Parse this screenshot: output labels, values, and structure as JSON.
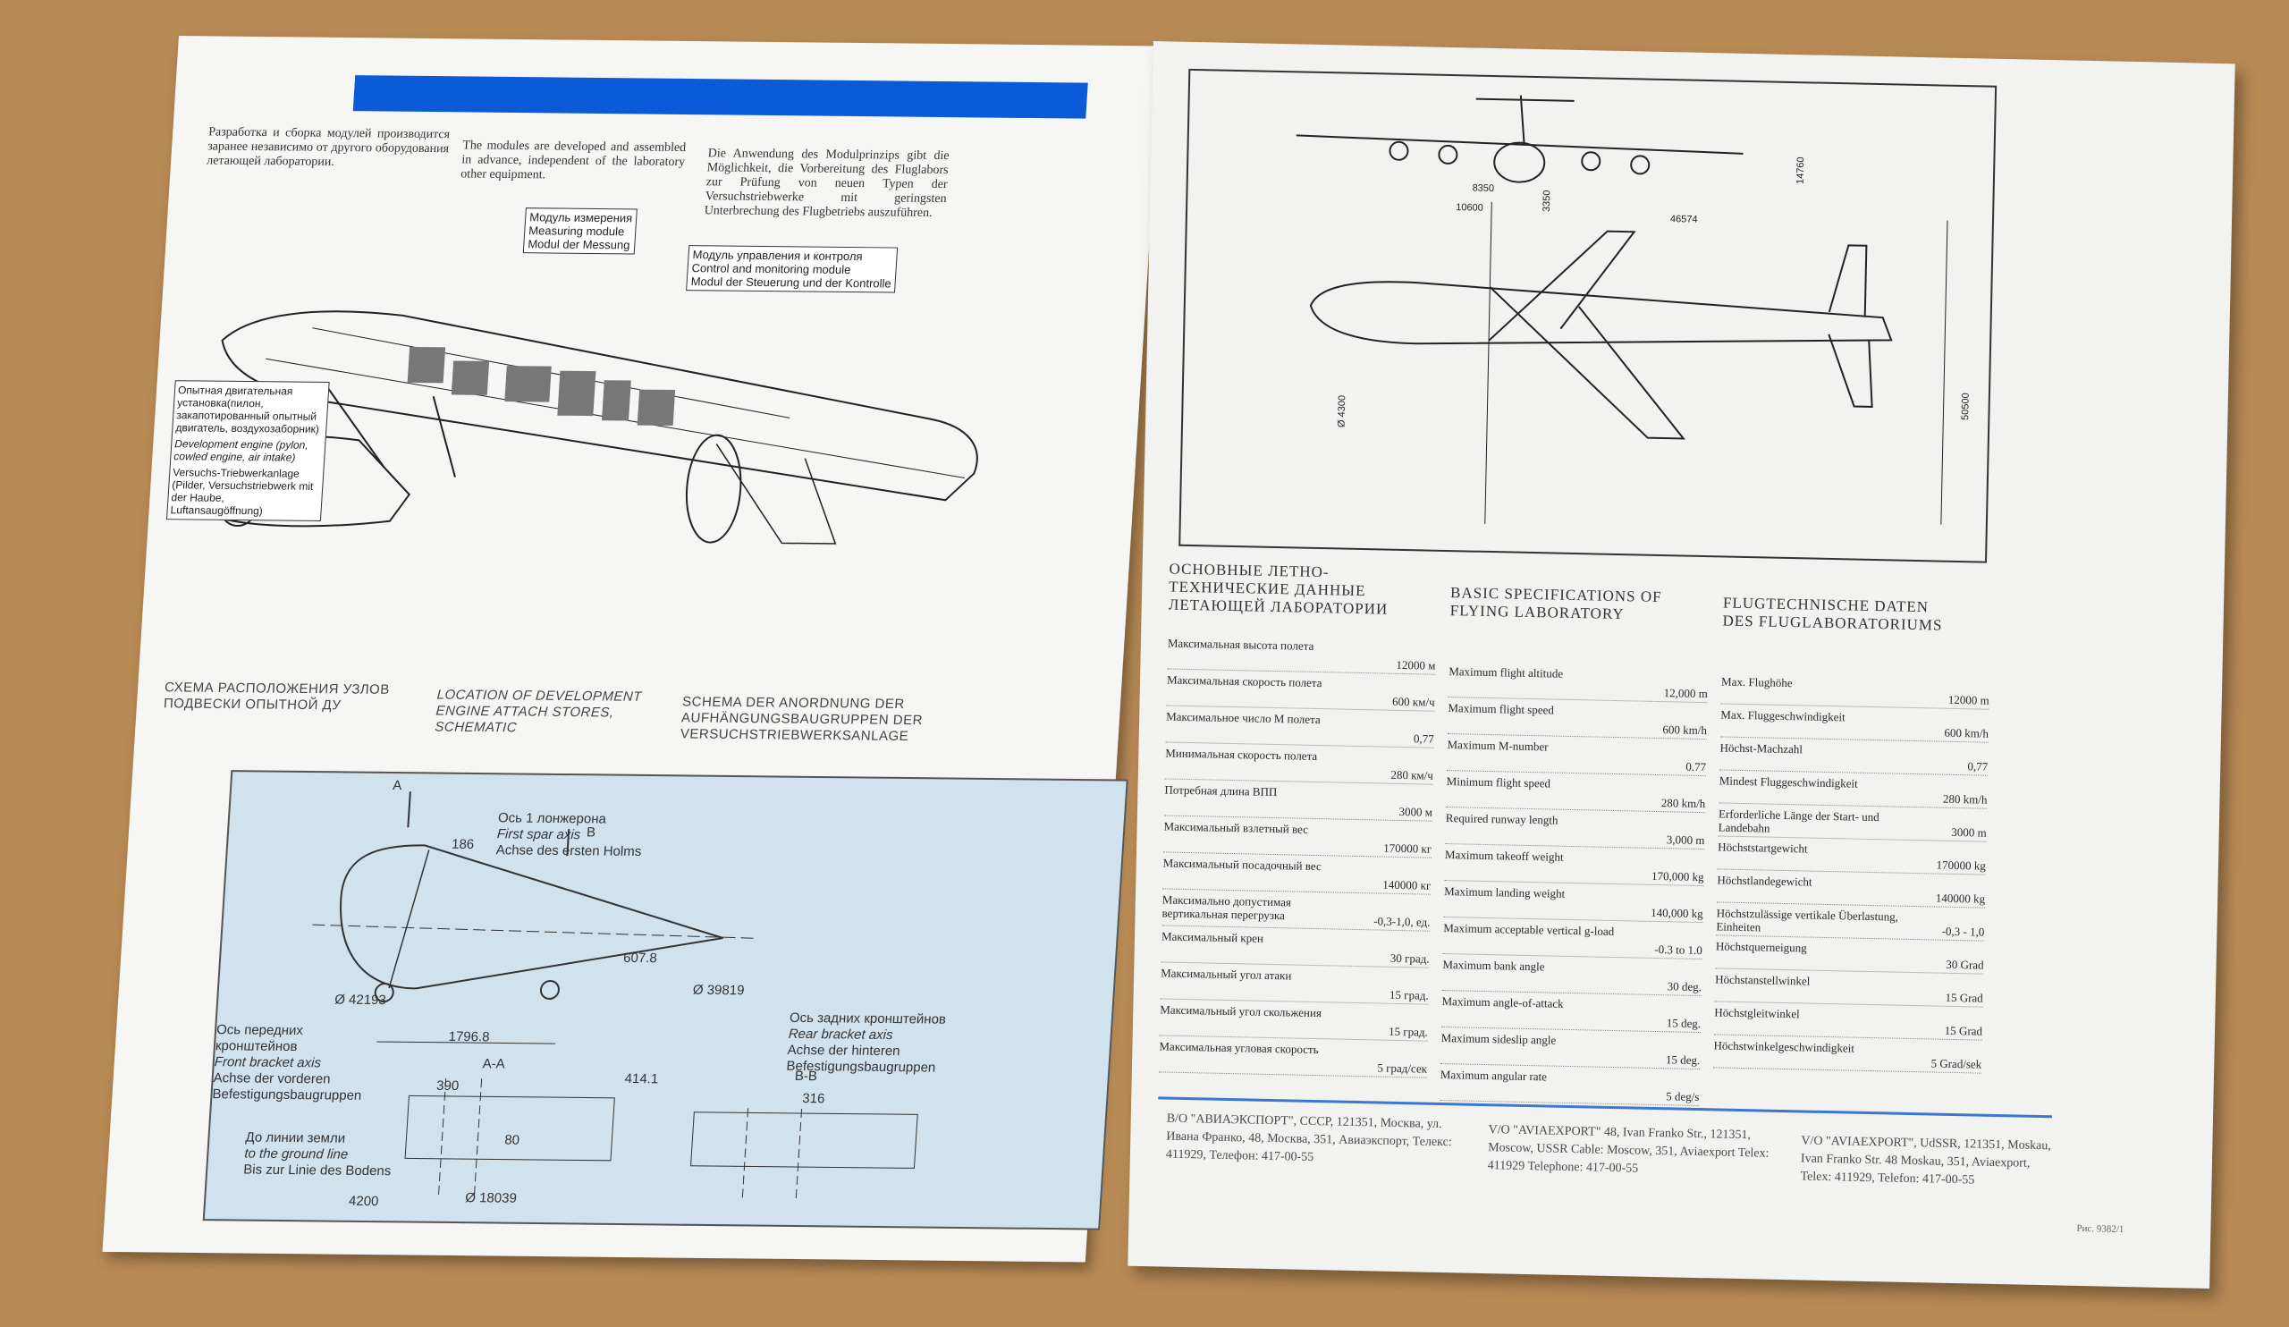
{
  "left": {
    "intro_ru": "Разработка и сборка модулей производится заранее независимо от другого оборудования летающей лаборатории.",
    "intro_en": "The modules are developed and assembled in advance, independent of the laboratory other equipment.",
    "intro_de": "Die Anwendung des Modulprinzips gibt die Möglichkeit, die Vorbereitung des Fluglabors zur Prüfung von neuen Typen der Versuchstriebwerke mit geringsten Unterbrechung des Flugbetriebs auszuführen.",
    "module_measure": [
      "Модуль измерения",
      "Measuring module",
      "Modul der Messung"
    ],
    "module_control": [
      "Модуль управления и контроля",
      "Control and monitoring module",
      "Modul der Steuerung und der Kontrolle"
    ],
    "engine_note": [
      "Опытная двигательная установка(пилон, закапотированный опытный двигатель, воздухозаборник)",
      "Development engine (pylon, cowled engine, air intake)",
      "Versuchs-Triebwerkanlage (Pilder, Versuchstriebwerk mit der Haube, Luftansaugöffnung)"
    ],
    "caption_ru": "СХЕМА РАСПОЛОЖЕНИЯ УЗЛОВ ПОДВЕСКИ ОПЫТНОЙ ДУ",
    "caption_en": "LOCATION OF DEVELOPMENT ENGINE ATTACH STORES, SCHEMATIC",
    "caption_de": "SCHEMA DER ANORDNUNG DER AUFHÄNGUNGSBAUGRUPPEN DER VERSUCHSTRIEBWERKSANLAGE",
    "schematic": {
      "spar": [
        "Ось 1 лонжерона",
        "First spar axis",
        "Achse des ersten Holms"
      ],
      "front": [
        "Ось передних кронштейнов",
        "Front bracket axis",
        "Achse der vorderen Befestigungsbaugruppen"
      ],
      "rear": [
        "Ось задних кронштейнов",
        "Rear bracket axis",
        "Achse der hinteren Befestigungsbaugruppen"
      ],
      "ground": [
        "До линии земли",
        "to the ground line",
        "Bis zur Linie des Bodens"
      ],
      "dims": [
        "186",
        "607.8",
        "1796.8",
        "390",
        "414.1",
        "316",
        "80",
        "4200",
        "Ø 39819",
        "Ø 42193",
        "Ø 18039"
      ],
      "sections": [
        "A-A",
        "B-B"
      ],
      "marks": [
        "A",
        "B"
      ]
    }
  },
  "right": {
    "drawing_dims": [
      "8350",
      "10600",
      "3350",
      "46574",
      "14760",
      "Ø 4300",
      "50500"
    ],
    "title_ru": "ОСНОВНЫЕ ЛЕТНО-ТЕХНИЧЕСКИЕ ДАННЫЕ ЛЕТАЮЩЕЙ ЛАБОРАТОРИИ",
    "title_en": "BASIC SPECIFICATIONS OF FLYING LABORATORY",
    "title_de": "FLUGTECHNISCHE DATEN DES FLUGLABORATORIUMS",
    "specs_ru": [
      [
        "Максимальная высота полета",
        "12000 м"
      ],
      [
        "Максимальная скорость полета",
        "600 км/ч"
      ],
      [
        "Максимальное число М полета",
        "0,77"
      ],
      [
        "Минимальная скорость полета",
        "280 км/ч"
      ],
      [
        "Потребная длина ВПП",
        "3000 м"
      ],
      [
        "Максимальный взлетный вес",
        "170000 кг"
      ],
      [
        "Максимальный посадочный вес",
        "140000 кг"
      ],
      [
        "Максимально допустимая вертикальная перегрузка",
        "-0,3-1,0, ед."
      ],
      [
        "Максимальный крен",
        "30 град."
      ],
      [
        "Максимальный угол атаки",
        "15 град."
      ],
      [
        "Максимальный угол скольжения",
        "15 град."
      ],
      [
        "Максимальная угловая скорость",
        "5 град/сек"
      ]
    ],
    "specs_en": [
      [
        "Maximum flight altitude",
        "12,000 m"
      ],
      [
        "Maximum flight speed",
        "600 km/h"
      ],
      [
        "Maximum M-number",
        "0.77"
      ],
      [
        "Minimum flight speed",
        "280 km/h"
      ],
      [
        "Required runway length",
        "3,000 m"
      ],
      [
        "Maximum takeoff weight",
        "170,000 kg"
      ],
      [
        "Maximum landing weight",
        "140,000 kg"
      ],
      [
        "Maximum acceptable vertical g-load",
        "-0.3 to 1.0"
      ],
      [
        "Maximum bank angle",
        "30 deg."
      ],
      [
        "Maximum angle-of-attack",
        "15 deg."
      ],
      [
        "Maximum sideslip angle",
        "15 deg."
      ],
      [
        "Maximum angular rate",
        "5 deg/s"
      ]
    ],
    "specs_de": [
      [
        "Max. Flughöhe",
        "12000 m"
      ],
      [
        "Max. Fluggeschwindigkeit",
        "600 km/h"
      ],
      [
        "Höchst-Machzahl",
        "0,77"
      ],
      [
        "Mindest Fluggeschwindigkeit",
        "280 km/h"
      ],
      [
        "Erforderliche Länge der Start- und Landebahn",
        "3000 m"
      ],
      [
        "Höchststartgewicht",
        "170000 kg"
      ],
      [
        "Höchstlandegewicht",
        "140000 kg"
      ],
      [
        "Höchstzulässige vertikale Überlastung, Einheiten",
        "-0,3 - 1,0"
      ],
      [
        "Höchstquerneigung",
        "30 Grad"
      ],
      [
        "Höchstanstellwinkel",
        "15 Grad"
      ],
      [
        "Höchstgleitwinkel",
        "15 Grad"
      ],
      [
        "Höchstwinkelgeschwindigkeit",
        "5 Grad/sek"
      ]
    ],
    "address_ru": "В/О \"АВИАЭКСПОРТ\", СССР, 121351, Москва, ул. Ивана Франко, 48, Москва, 351, Авиаэкспорт, Телекс: 411929, Телефон: 417-00-55",
    "address_en": "V/O \"AVIAEXPORT\" 48, Ivan Franko Str., 121351, Moscow, USSR Cable: Moscow, 351, Aviaexport Telex: 411929 Telephone: 417-00-55",
    "address_de": "V/O \"AVIAEXPORT\", UdSSR, 121351, Moskau, Ivan Franko Str. 48 Moskau, 351, Aviaexport, Telex: 411929, Telefon: 417-00-55",
    "print_code": "Рис. 9382/1"
  },
  "colors": {
    "band": "#0b5bd8",
    "schematic_bg": "#cfe2ee",
    "rule": "#3a78d4",
    "table": "#b88a55"
  }
}
